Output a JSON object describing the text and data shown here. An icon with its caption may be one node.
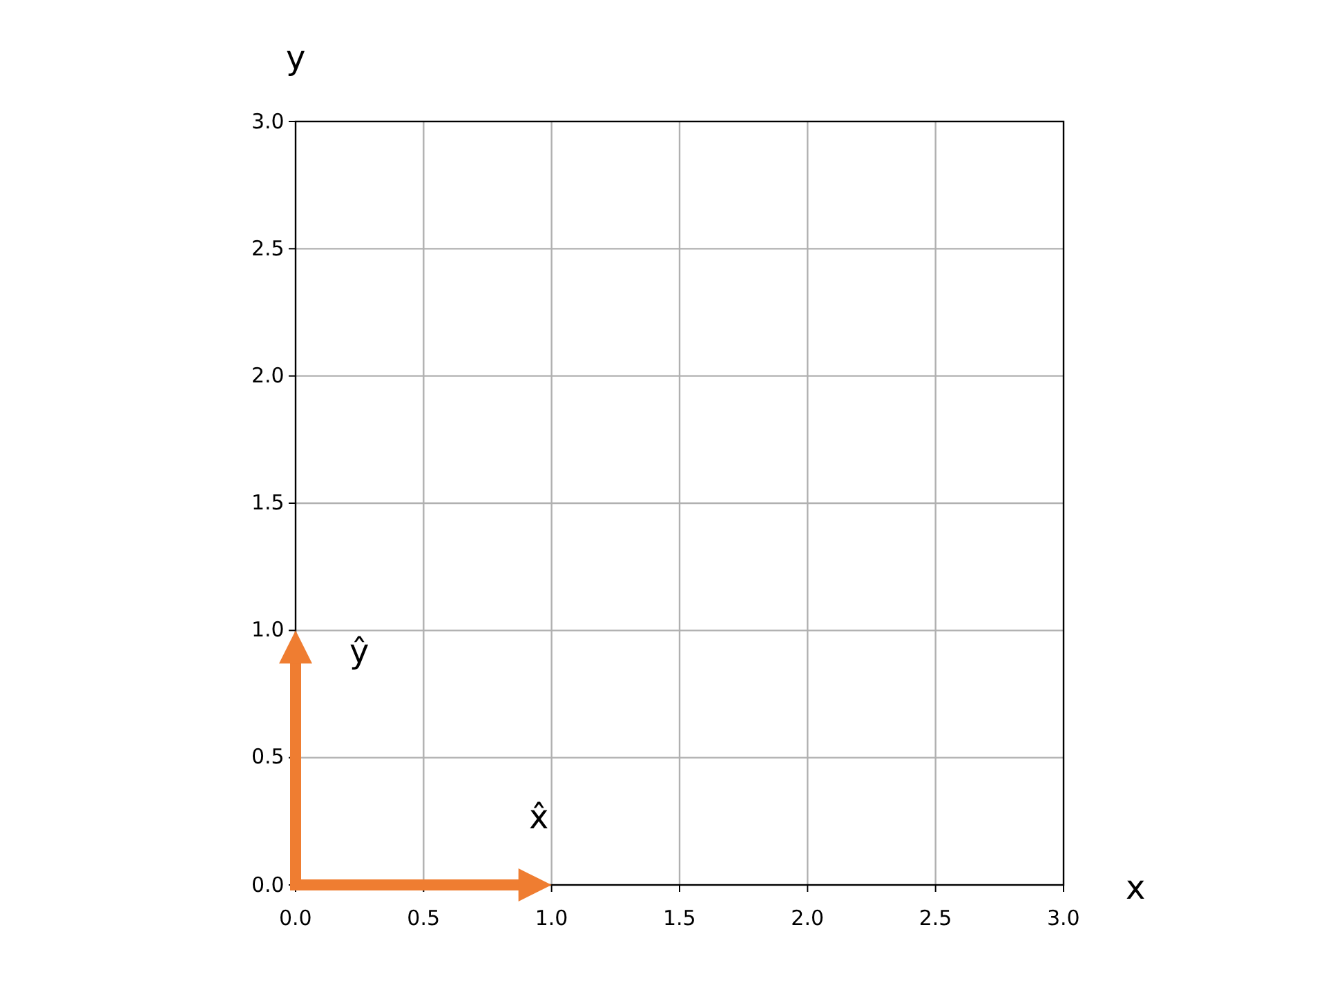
{
  "diagram": {
    "labels": [
      "y",
      "3.0",
      "2.5",
      "2.0",
      "1.5",
      "1.0",
      "0.5",
      "0.0",
      "ŷ",
      "x̂",
      "0.0",
      "0.5",
      "1.0",
      "1.5",
      "2.0",
      "2.5",
      "3.0",
      "x"
    ]
  }
}
